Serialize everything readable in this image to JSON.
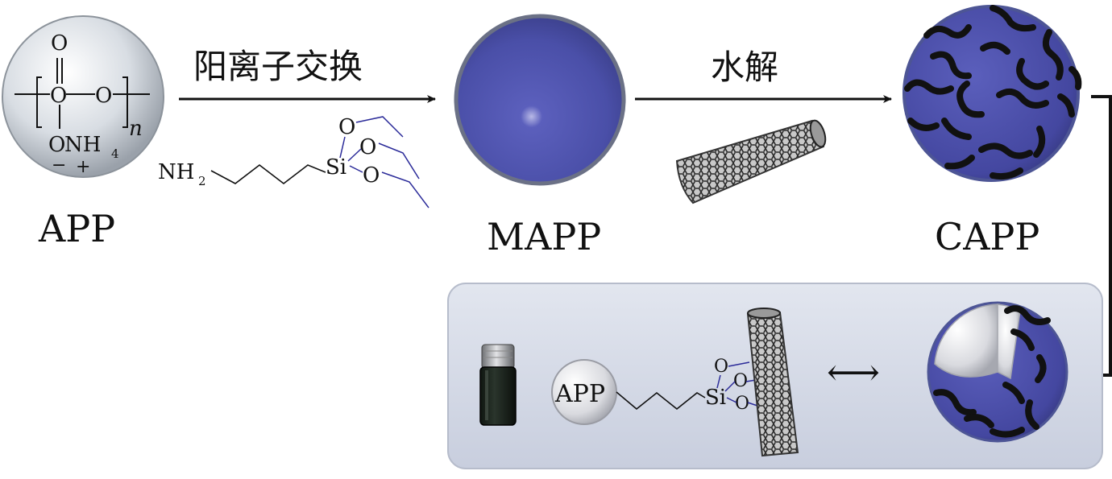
{
  "labels": {
    "app": "APP",
    "mapp": "MAPP",
    "capp": "CAPP",
    "app_in_sphere": "APP"
  },
  "steps": {
    "step1": "阳离子交换",
    "step2": "水解"
  },
  "molecules": {
    "app_unit": {
      "o_top": "O",
      "o_mid_left": "O",
      "o_mid_right": "O",
      "onh4_o": "O",
      "onh4_nh": "NH",
      "onh4_sub": "4",
      "minus": "−",
      "plus": "+",
      "n_sub": "n"
    },
    "aptes": {
      "nh": "NH",
      "nh_sub": "2",
      "si": "Si",
      "o1": "O",
      "o2": "O",
      "o3": "O"
    },
    "grafted": {
      "si": "Si",
      "o1": "O",
      "o2": "O",
      "o3": "O"
    }
  },
  "symbols": {
    "equilibrium": "⟷"
  },
  "colors": {
    "sphere_blue": "#4a4fa8",
    "sphere_blue_dark": "#34377c",
    "panel_bg": "#d6dbe8",
    "bracket": "#111111"
  }
}
